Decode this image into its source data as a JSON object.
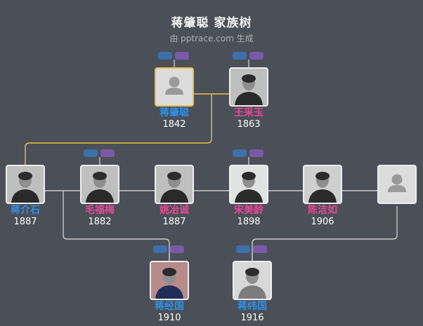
{
  "header": {
    "title": "蒋肇聪 家族树",
    "subtitle": "由 pptrace.com 生成"
  },
  "colors": {
    "background": "#4b4f58",
    "male_name": "#2f8fe8",
    "female_name": "#e64996",
    "selected_border": "#f0c040",
    "line": "#c8c8c8",
    "highlight_line": "#f0c040"
  },
  "people": [
    {
      "id": "zhaocong",
      "name": "蒋肇聪",
      "year": "1842",
      "gender": "male",
      "photo": "placeholder-avatar",
      "selected": true
    },
    {
      "id": "wangcaiyu",
      "name": "王采玉",
      "year": "1863",
      "gender": "female",
      "photo": "portrait-photo"
    },
    {
      "id": "jieshi",
      "name": "蒋介石",
      "year": "1887",
      "gender": "male",
      "photo": "portrait-photo"
    },
    {
      "id": "maofumei",
      "name": "毛福梅",
      "year": "1882",
      "gender": "female",
      "photo": "portrait-photo"
    },
    {
      "id": "yaoyecheng",
      "name": "姚冶诚",
      "year": "1887",
      "gender": "female",
      "photo": "portrait-photo"
    },
    {
      "id": "songmeiling",
      "name": "宋美龄",
      "year": "1898",
      "gender": "female",
      "photo": "portrait-photo"
    },
    {
      "id": "chenjieru",
      "name": "陈洁如",
      "year": "1906",
      "gender": "female",
      "photo": "portrait-photo"
    },
    {
      "id": "unknown",
      "name": "",
      "year": "",
      "gender": "unknown",
      "photo": "placeholder-avatar"
    },
    {
      "id": "jingguo",
      "name": "蒋经国",
      "year": "1910",
      "gender": "male",
      "photo": "portrait-photo"
    },
    {
      "id": "weiguo",
      "name": "蒋纬国",
      "year": "1916",
      "gender": "male",
      "photo": "portrait-photo"
    }
  ]
}
